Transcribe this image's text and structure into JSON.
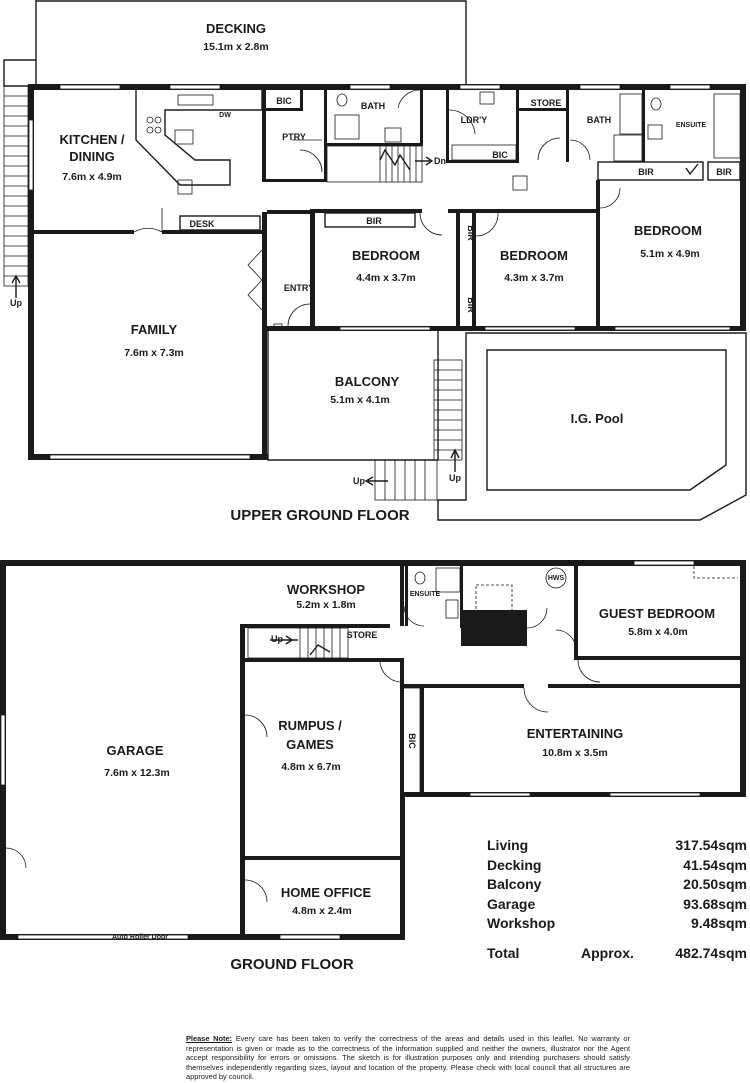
{
  "upper_floor": {
    "title": "UPPER GROUND FLOOR",
    "rooms": {
      "decking": {
        "name": "DECKING",
        "dims": "15.1m x 2.8m"
      },
      "kitchen": {
        "name_line1": "KITCHEN /",
        "name_line2": "DINING",
        "dims": "7.6m x 4.9m"
      },
      "family": {
        "name": "FAMILY",
        "dims": "7.6m x 7.3m"
      },
      "bedroom1": {
        "name": "BEDROOM",
        "dims": "4.4m x 3.7m"
      },
      "bedroom2": {
        "name": "BEDROOM",
        "dims": "4.3m x 3.7m"
      },
      "bedroom3": {
        "name": "BEDROOM",
        "dims": "5.1m x 4.9m"
      },
      "balcony": {
        "name": "BALCONY",
        "dims": "5.1m x 4.1m"
      },
      "pool": {
        "name": "I.G. Pool"
      }
    },
    "labels": {
      "bic1": "BIC",
      "ptry": "PTRY",
      "dw": "DW",
      "bath1": "BATH",
      "ldry": "LDR'Y",
      "bic2": "BIC",
      "store": "STORE",
      "bath2": "BATH",
      "ensuite": "ENSUITE",
      "dn": "Dn",
      "bir_master": "BIR",
      "bir_corner": "BIR",
      "desk": "DESK",
      "bir_bed1": "BIR",
      "bir_v1": "BIR",
      "bir_v2": "BIR",
      "entry": "ENTRY",
      "up_left": "Up",
      "up_balcony1": "Up",
      "up_balcony2": "Up"
    }
  },
  "ground_floor": {
    "title": "GROUND FLOOR",
    "rooms": {
      "garage": {
        "name": "GARAGE",
        "dims": "7.6m x 12.3m"
      },
      "workshop": {
        "name": "WORKSHOP",
        "dims": "5.2m x 1.8m"
      },
      "rumpus": {
        "name_line1": "RUMPUS /",
        "name_line2": "GAMES",
        "dims": "4.8m x 6.7m"
      },
      "guest": {
        "name": "GUEST BEDROOM",
        "dims": "5.8m x 4.0m"
      },
      "entertaining": {
        "name": "ENTERTAINING",
        "dims": "10.8m x 3.5m"
      },
      "office": {
        "name": "HOME OFFICE",
        "dims": "4.8m x 2.4m"
      }
    },
    "labels": {
      "ensuite": "ENSUITE",
      "hws": "HWS",
      "store": "STORE",
      "up": "Up",
      "bic": "BIC",
      "roller_door": "Auto Roller Door"
    }
  },
  "areas": {
    "rows": [
      {
        "label": "Living",
        "value": "317.54sqm"
      },
      {
        "label": "Decking",
        "value": "41.54sqm"
      },
      {
        "label": "Balcony",
        "value": "20.50sqm"
      },
      {
        "label": "Garage",
        "value": "93.68sqm"
      },
      {
        "label": "Workshop",
        "value": "9.48sqm"
      }
    ],
    "total_label": "Total",
    "total_approx": "Approx.",
    "total_value": "482.74sqm"
  },
  "note": {
    "heading": "Please Note:",
    "body": " Every care has been taken to verify the correctness of the areas and details used in this leaflet. No warranty or representation is given or made as to the correctness of the information supplied and neither the owners, illustrator nor the Agent accept responsibility for errors or omissions. The sketch is for illustration purposes only and intending purchasers should satisfy themselves independently regarding sizes, layout and location of the property. Please check with local council that all structures are approved by council."
  }
}
